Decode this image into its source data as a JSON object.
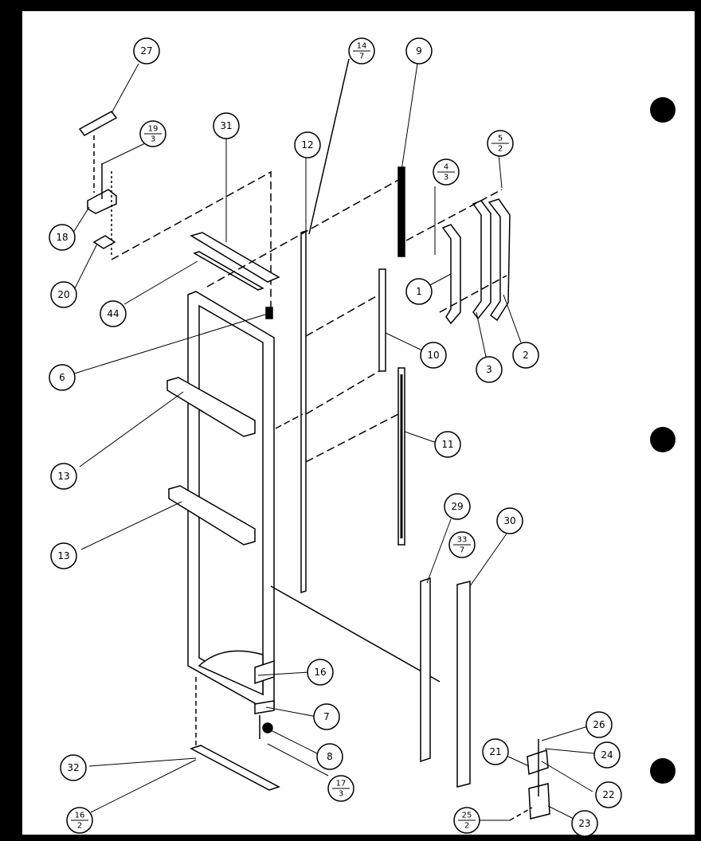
{
  "diagram": {
    "callouts": [
      {
        "id": "c27",
        "label": "27"
      },
      {
        "id": "c19",
        "label": "19",
        "sub": "3"
      },
      {
        "id": "c31",
        "label": "31"
      },
      {
        "id": "c14",
        "label": "14",
        "sub": "7"
      },
      {
        "id": "c9",
        "label": "9"
      },
      {
        "id": "c12",
        "label": "12"
      },
      {
        "id": "c4",
        "label": "4",
        "sub": "3"
      },
      {
        "id": "c5",
        "label": "5",
        "sub": "2"
      },
      {
        "id": "c18",
        "label": "18"
      },
      {
        "id": "c20",
        "label": "20"
      },
      {
        "id": "c44",
        "label": "44"
      },
      {
        "id": "c1",
        "label": "1"
      },
      {
        "id": "c6",
        "label": "6"
      },
      {
        "id": "c10",
        "label": "10"
      },
      {
        "id": "c3",
        "label": "3"
      },
      {
        "id": "c2",
        "label": "2"
      },
      {
        "id": "c13a",
        "label": "13"
      },
      {
        "id": "c11",
        "label": "11"
      },
      {
        "id": "c29",
        "label": "29"
      },
      {
        "id": "c30",
        "label": "30"
      },
      {
        "id": "c33",
        "label": "33",
        "sub": "7"
      },
      {
        "id": "c13b",
        "label": "13"
      },
      {
        "id": "c16",
        "label": "16"
      },
      {
        "id": "c7",
        "label": "7"
      },
      {
        "id": "c8",
        "label": "8"
      },
      {
        "id": "c26",
        "label": "26"
      },
      {
        "id": "c21",
        "label": "21"
      },
      {
        "id": "c24",
        "label": "24"
      },
      {
        "id": "c32",
        "label": "32"
      },
      {
        "id": "c22",
        "label": "22"
      },
      {
        "id": "c17",
        "label": "17",
        "sub": "3"
      },
      {
        "id": "c16b",
        "label": "16",
        "sub": "2"
      },
      {
        "id": "c25",
        "label": "25",
        "sub": "2"
      },
      {
        "id": "c23",
        "label": "23"
      }
    ]
  }
}
